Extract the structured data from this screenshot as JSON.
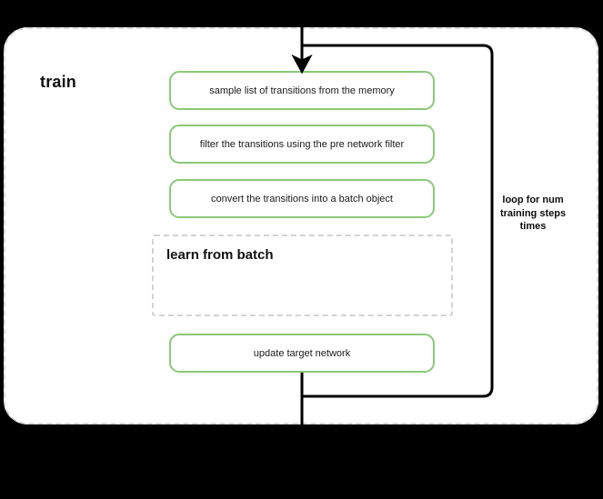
{
  "diagram": {
    "background_color": "#000000",
    "container": {
      "title": "train",
      "fill_color": "#ffffff",
      "border_color": "#d9d9d9",
      "border_style": "dashed"
    },
    "accent_color": "#8cc878",
    "connector_color": "#000000",
    "steps": [
      {
        "id": "sample",
        "label": "sample list of transitions from the memory"
      },
      {
        "id": "filter",
        "label": "filter the transitions using the pre network filter"
      },
      {
        "id": "convert",
        "label": "convert the transitions into a batch object"
      },
      {
        "id": "update",
        "label": "update target network"
      }
    ],
    "subprocess": {
      "id": "learn-from-batch",
      "title": "learn from batch",
      "border_color": "#d3d3d3",
      "border_style": "dashed"
    },
    "loop": {
      "label": "loop for num training steps times",
      "label_line_1": "loop for num",
      "label_line_2": "training steps",
      "label_line_3": "times"
    },
    "arrows": {
      "entry": "arrow-down-into-sample",
      "exit": "line-down-out-of-update"
    }
  }
}
